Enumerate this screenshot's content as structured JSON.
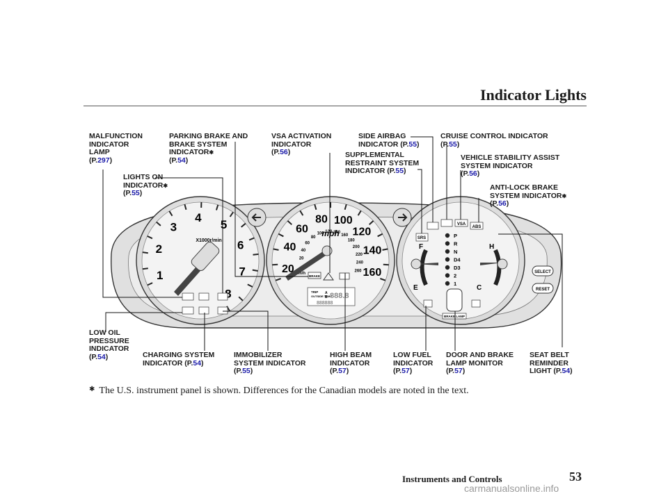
{
  "header": {
    "title": "Indicator Lights"
  },
  "labels": [
    {
      "id": "malfunction",
      "lines": [
        "MALFUNCTION",
        "INDICATOR",
        "LAMP"
      ],
      "ref": "297",
      "star": false
    },
    {
      "id": "parking-brake",
      "lines": [
        "PARKING BRAKE AND",
        "BRAKE SYSTEM",
        "INDICATOR"
      ],
      "ref": "54",
      "star": true
    },
    {
      "id": "vsa-activation",
      "lines": [
        "VSA ACTIVATION",
        "INDICATOR"
      ],
      "ref": "56",
      "star": false
    },
    {
      "id": "side-airbag",
      "lines": [
        "SIDE AIRBAG",
        "INDICATOR"
      ],
      "ref": "55",
      "star": false
    },
    {
      "id": "cruise-control",
      "lines": [
        "CRUISE CONTROL INDICATOR"
      ],
      "ref": "55",
      "star": false
    },
    {
      "id": "lights-on",
      "lines": [
        "LIGHTS ON",
        "INDICATOR"
      ],
      "ref": "55",
      "star": true
    },
    {
      "id": "srs",
      "lines": [
        "SUPPLEMENTAL",
        "RESTRAINT SYSTEM",
        "INDICATOR"
      ],
      "ref": "55",
      "star": false
    },
    {
      "id": "vsa-system",
      "lines": [
        "VEHICLE STABILITY ASSIST",
        "SYSTEM INDICATOR"
      ],
      "ref": "56",
      "star": false
    },
    {
      "id": "abs",
      "lines": [
        "ANTI-LOCK BRAKE",
        "SYSTEM INDICATOR"
      ],
      "ref": "56",
      "star": true
    },
    {
      "id": "low-oil",
      "lines": [
        "LOW OIL",
        "PRESSURE",
        "INDICATOR"
      ],
      "ref": "54",
      "star": false
    },
    {
      "id": "charging",
      "lines": [
        "CHARGING SYSTEM",
        "INDICATOR"
      ],
      "ref": "54",
      "star": false
    },
    {
      "id": "immobilizer",
      "lines": [
        "IMMOBILIZER",
        "SYSTEM INDICATOR"
      ],
      "ref": "55",
      "star": false
    },
    {
      "id": "high-beam",
      "lines": [
        "HIGH BEAM",
        "INDICATOR"
      ],
      "ref": "57",
      "star": false
    },
    {
      "id": "low-fuel",
      "lines": [
        "LOW FUEL",
        "INDICATOR"
      ],
      "ref": "57",
      "star": false
    },
    {
      "id": "door-brake",
      "lines": [
        "DOOR AND BRAKE",
        "LAMP MONITOR"
      ],
      "ref": "57",
      "star": false
    },
    {
      "id": "seat-belt",
      "lines": [
        "SEAT BELT",
        "REMINDER",
        "LIGHT"
      ],
      "ref": "54",
      "star": false
    }
  ],
  "panel": {
    "tach_numbers": [
      "1",
      "2",
      "3",
      "4",
      "5",
      "6",
      "7",
      "8"
    ],
    "tach_unit": "X1000r/min",
    "speed_mph": [
      "20",
      "40",
      "60",
      "80",
      "100",
      "120",
      "140",
      "160"
    ],
    "speed_kmh": [
      "20",
      "40",
      "60",
      "80",
      "100",
      "120",
      "140",
      "160",
      "180",
      "200",
      "220",
      "240",
      "260"
    ],
    "mph_label": "mph",
    "kmh_label": "km/h",
    "fuel_letters": [
      "F",
      "E"
    ],
    "temp_letters": [
      "H",
      "C"
    ],
    "gears": [
      "P",
      "R",
      "N",
      "D4",
      "D3",
      "2",
      "1"
    ],
    "buttons": [
      "SELECT",
      "RESET"
    ],
    "srs_label": "SRS",
    "vsa_label": "VSA",
    "abs_label": "ABS",
    "brake_label": "BRAKE",
    "trip_label": "TRIP",
    "outside_temp_label": "OUTSIDE TEMP",
    "odo_a": "A",
    "odo_b": "B",
    "brake_lamp_label": "BRAKE LAMP"
  },
  "caption": "The U.S. instrument panel is shown. Differences for the Canadian models are noted in the text.",
  "footer": {
    "section": "Instruments and Controls",
    "page": "53"
  },
  "watermark": "carmanualsonline.info"
}
